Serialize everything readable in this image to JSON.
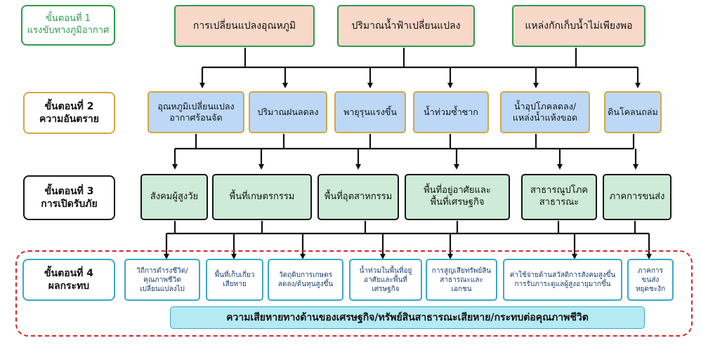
{
  "steps": [
    {
      "title": "ขั้นตอนที่ 1",
      "subtitle": "แรงขับทางภูมิอากาศ",
      "color": "#2e9a4e"
    },
    {
      "title": "ขั้นตอนที่ 2",
      "subtitle": "ความอันตราย",
      "color": "#d3a843"
    },
    {
      "title": "ขั้นตอนที่ 3",
      "subtitle": "การเปิดรับภัย",
      "color": "#151515"
    },
    {
      "title": "ขั้นตอนที่ 4",
      "subtitle": "ผลกระทบ",
      "color": "#39a9c9"
    }
  ],
  "drivers": [
    {
      "label": "การเปลี่ยนแปลงอุณหภูมิ"
    },
    {
      "label": "ปริมาณน้ำฟ้าเปลี่ยนแปลง"
    },
    {
      "label": "แหล่งกักเก็บน้ำไม่เพียงพอ"
    }
  ],
  "hazards": [
    {
      "line1": "อุณหภูมิเปลี่ยนแปลง",
      "line2": "อากาศร้อนจัด"
    },
    {
      "line1": "ปริมาณฝนลดลง",
      "line2": ""
    },
    {
      "line1": "พายุรุนแรงขึ้น",
      "line2": ""
    },
    {
      "line1": "น้ำท่วมซ้ำซาก",
      "line2": ""
    },
    {
      "line1": "น้ำอุปโภคลดลง/",
      "line2": "แหล่งน้ำแห้งขอด"
    },
    {
      "line1": "ดินโคลนถล่ม",
      "line2": ""
    }
  ],
  "exposures": [
    {
      "line1": "สังคมผู้สูงวัย",
      "line2": ""
    },
    {
      "line1": "พื้นที่เกษตรกรรม",
      "line2": ""
    },
    {
      "line1": "พื้นที่อุตสาหกรรม",
      "line2": ""
    },
    {
      "line1": "พื้นที่อยู่อาศัยและ",
      "line2": "พื้นที่เศรษฐกิจ"
    },
    {
      "line1": "สาธารณูปโภค",
      "line2": "สาธารณะ"
    },
    {
      "line1": "ภาคการขนส่ง",
      "line2": ""
    }
  ],
  "impacts": [
    {
      "lines": [
        "วิถีการดำรงชีวิต/",
        "คุณภาพชีวิต",
        "เปลี่ยนแปลงไป"
      ]
    },
    {
      "lines": [
        "พื้นที่เก็บเกี่ยว",
        "เสียหาย"
      ]
    },
    {
      "lines": [
        "วัตถุดิบการเกษตร",
        "ลดลง/ต้นทุนสูงขึ้น"
      ]
    },
    {
      "lines": [
        "น้ำท่วมในพื้นที่อยู่",
        "อาศัยและพื้นที่",
        "เศรษฐกิจ"
      ]
    },
    {
      "lines": [
        "การสูญเสียทรัพย์สิน",
        "สาธารณะและ",
        "เอกชน"
      ]
    },
    {
      "lines": [
        "ค่าใช้จ่ายด้านสวัสดิการสังคมสูงขึ้น",
        "การรับภาระดูแลผู้สูงอายุมากขึ้น"
      ]
    },
    {
      "lines": [
        "ภาคการ",
        "ขนส่ง",
        "หยุดชะงัก"
      ]
    }
  ],
  "summary": "ความเสียหายทางด้านของเศรษฐกิจ/ทรัพย์สินสาธารณะเสียหาย/กระทบต่อคุณภาพชีวิต"
}
